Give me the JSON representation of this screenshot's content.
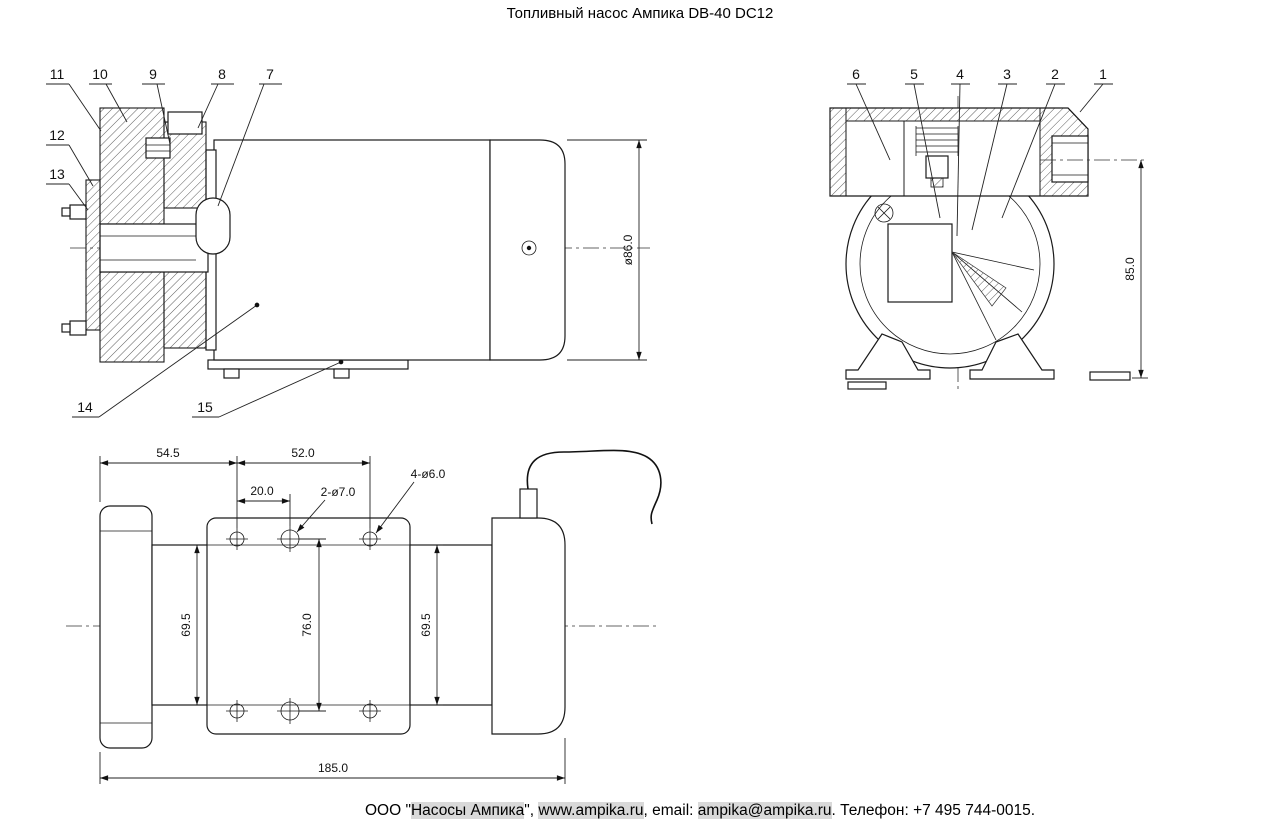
{
  "title": "Топливный насос Ампика DB-40 DC12",
  "side_view": {
    "labels": {
      "l7": "7",
      "l8": "8",
      "l9": "9",
      "l10": "10",
      "l11": "11",
      "l12": "12",
      "l13": "13",
      "l14": "14",
      "l15": "15"
    },
    "dim_diameter": "ø86.0"
  },
  "front_view": {
    "labels": {
      "l1": "1",
      "l2": "2",
      "l3": "3",
      "l4": "4",
      "l5": "5",
      "l6": "6"
    },
    "dim_height": "85.0"
  },
  "plan_view": {
    "dims": {
      "d54": "54.5",
      "d52": "52.0",
      "d20": "20.0",
      "d2x7": "2-ø7.0",
      "d4x6": "4-ø6.0",
      "d69a": "69.5",
      "d76": "76.0",
      "d69b": "69.5",
      "d185": "185.0"
    }
  },
  "footer": {
    "part1": "ООО \"",
    "org": "Насосы Ампика",
    "part2": "\", ",
    "url": "www.ampika.ru",
    "part3": ", email: ",
    "email": "ampika@ampika.ru",
    "part4": ". Телефон: +7 495 744-0015."
  },
  "colors": {
    "line": "#1a1a1a",
    "highlight": "#d9d9d9"
  }
}
